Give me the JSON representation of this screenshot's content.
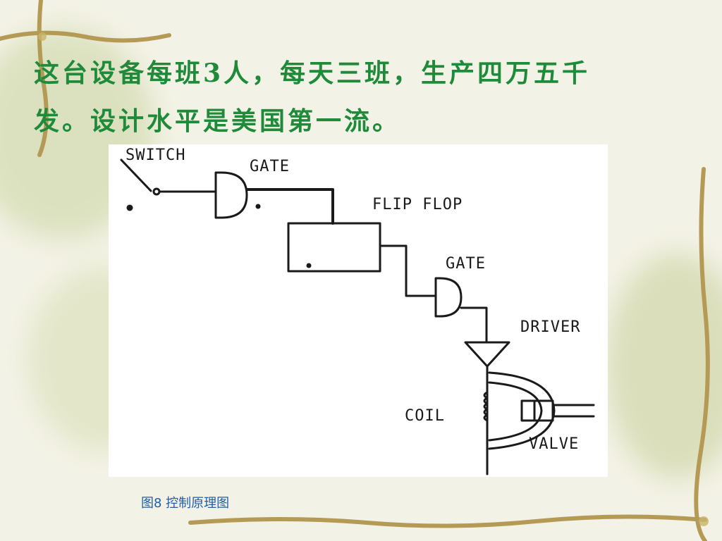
{
  "slide": {
    "title_lines": [
      "这台设备每班3人，每天三班，生产四万五千",
      "发。设计水平是美国第一流。"
    ],
    "caption": "图8  控制原理图"
  },
  "diagram": {
    "labels": {
      "switch": "SWITCH",
      "gate1": "GATE",
      "flipflop": "FLIP FLOP",
      "gate2": "GATE",
      "driver": "DRIVER",
      "coil": "COIL",
      "valve": "VALVE"
    }
  },
  "colors": {
    "title": "#1e8a3a",
    "caption": "#1f5fa8",
    "background": "#f3f2e6",
    "line": "#1a1a1a"
  }
}
